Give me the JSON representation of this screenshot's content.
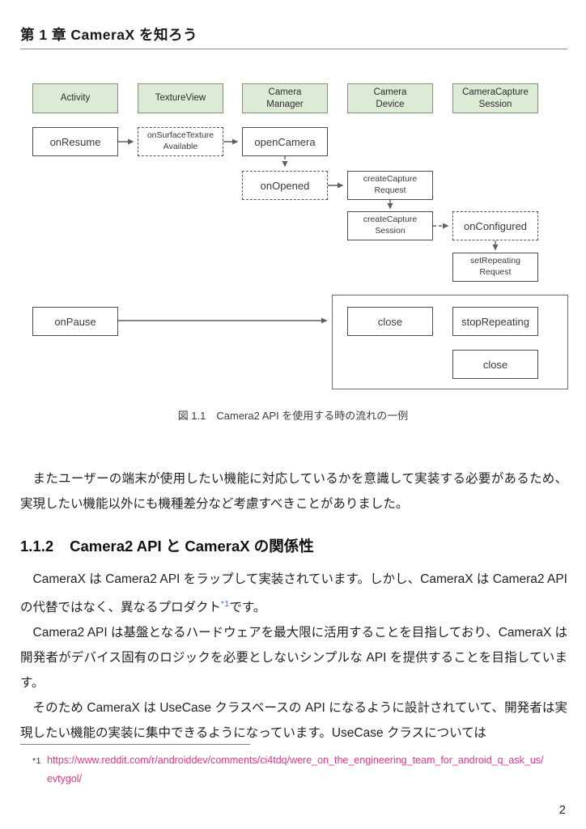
{
  "page": {
    "chapter_header": "第 1 章 CameraX を知ろう",
    "page_number": "2"
  },
  "diagram": {
    "lanes": [
      {
        "label": "Activity"
      },
      {
        "label": "TextureView"
      },
      {
        "label": "Camera\nManager"
      },
      {
        "label": "Camera\nDevice"
      },
      {
        "label": "CameraCapture\nSession"
      }
    ],
    "nodes": {
      "on_resume": "onResume",
      "on_surface_texture_available": "onSurfaceTexture\nAvailable",
      "open_camera": "openCamera",
      "on_opened": "onOpened",
      "create_capture_request": "createCapture\nRequest",
      "create_capture_session": "createCapture\nSession",
      "on_configured": "onConfigured",
      "set_repeating_request": "setRepeating\nRequest",
      "on_pause": "onPause",
      "close_device": "close",
      "stop_repeating": "stopRepeating",
      "close_session": "close"
    },
    "caption": "図 1.1　Camera2 API を使用する時の流れの一例",
    "colors": {
      "lane_fill": "#dcead6",
      "lane_border": "#82917b",
      "node_border": "#4d4d4d",
      "arrow": "#5f5f5f"
    }
  },
  "content": {
    "paragraph1": "またユーザーの端末が使用したい機能に対応しているかを意識して実装する必要があるため、実現したい機能以外にも機種差分など考慮すべきことがありました。",
    "section": {
      "number": "1.1.2",
      "title": "Camera2 API と CameraX の関係性"
    },
    "paragraph2_pre": "CameraX は Camera2 API をラップして実装されています。しかし、CameraX は Camera2 API の代替ではなく、異なるプロダクト",
    "footnote_ref": "*1",
    "paragraph2_post": "です。",
    "paragraph3": "Camera2 API は基盤となるハードウェアを最大限に活用することを目指しており、CameraX は開発者がデバイス固有のロジックを必要としないシンプルな API を提供することを目指しています。",
    "paragraph4": "そのため CameraX は UseCase クラスベースの API になるように設計されていて、開発者は実現したい機能の実装に集中できるようになっています。UseCase クラスについては"
  },
  "footnote": {
    "marker": "*1",
    "url": "https://www.reddit.com/r/androiddev/comments/ci4tdq/were_on_the_engineering_team_for_android_q_ask_us/evtygol/",
    "link_color": "#e5348b",
    "ref_color": "#4a6bd4"
  }
}
